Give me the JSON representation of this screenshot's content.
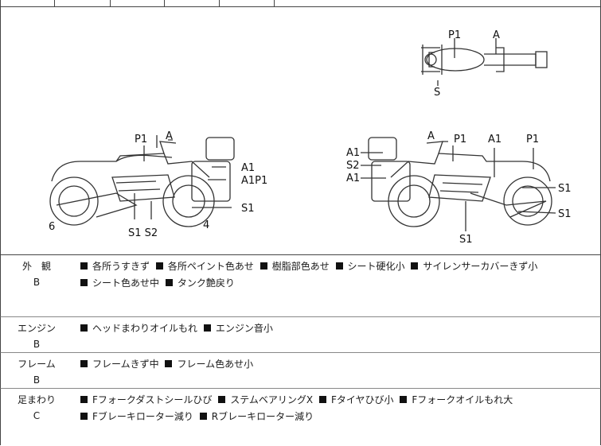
{
  "diagram": {
    "labels": {
      "top_p1": "P1",
      "top_a": "A",
      "top_s": "S",
      "left_p1": "P1",
      "left_a": "A",
      "left_a1a": "A1",
      "left_a1p1": "A1P1",
      "left_s1_right": "S1",
      "left_six": "6",
      "left_four": "4",
      "left_s1s2": "S1 S2",
      "right_a1_top": "A1",
      "right_s2": "S2",
      "right_a1_bot": "A1",
      "right_a": "A",
      "right_p1_a": "P1",
      "right_a1_mid": "A1",
      "right_p1_b": "P1",
      "right_s1_a": "S1",
      "right_s1_b": "S1",
      "right_s1_bottom": "S1"
    }
  },
  "conditions": [
    {
      "category": "外　観",
      "grade": "B",
      "items": [
        "各所うすきず",
        "各所ペイント色あせ",
        "樹脂部色あせ",
        "シート硬化小",
        "サイレンサーカバーきず小",
        "シート色あせ中",
        "タンク艶戻り"
      ]
    },
    {
      "category": "エンジン",
      "grade": "B",
      "items": [
        "ヘッドまわりオイルもれ",
        "エンジン音小"
      ]
    },
    {
      "category": "フレーム",
      "grade": "B",
      "items": [
        "フレームきず中",
        "フレーム色あせ小"
      ]
    },
    {
      "category": "足まわり",
      "grade": "C",
      "items": [
        "Fフォークダストシールひび",
        "ステムベアリングX",
        "Fタイヤひび小",
        "Fフォークオイルもれ大",
        "Fブレーキローター減り",
        "Rブレーキローター減り"
      ]
    }
  ]
}
